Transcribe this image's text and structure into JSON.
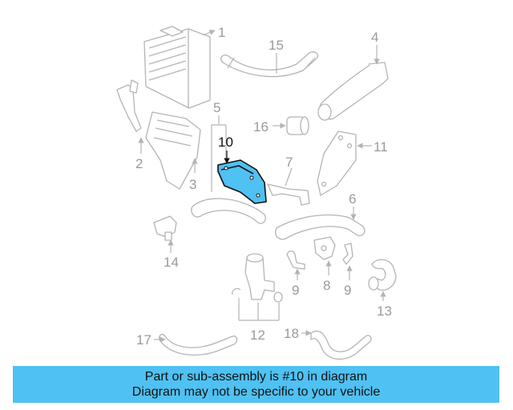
{
  "diagram": {
    "callouts": [
      "1",
      "15",
      "4",
      "5",
      "16",
      "10",
      "11",
      "2",
      "3",
      "7",
      "6",
      "14",
      "9",
      "8",
      "9",
      "13",
      "12",
      "17",
      "18"
    ],
    "highlight_color": "#4fc1f2"
  },
  "banner": {
    "line1": "Part or sub-assembly is #10 in diagram",
    "line2": "Diagram may not be specific to your vehicle",
    "background": "#4fc1f2"
  }
}
